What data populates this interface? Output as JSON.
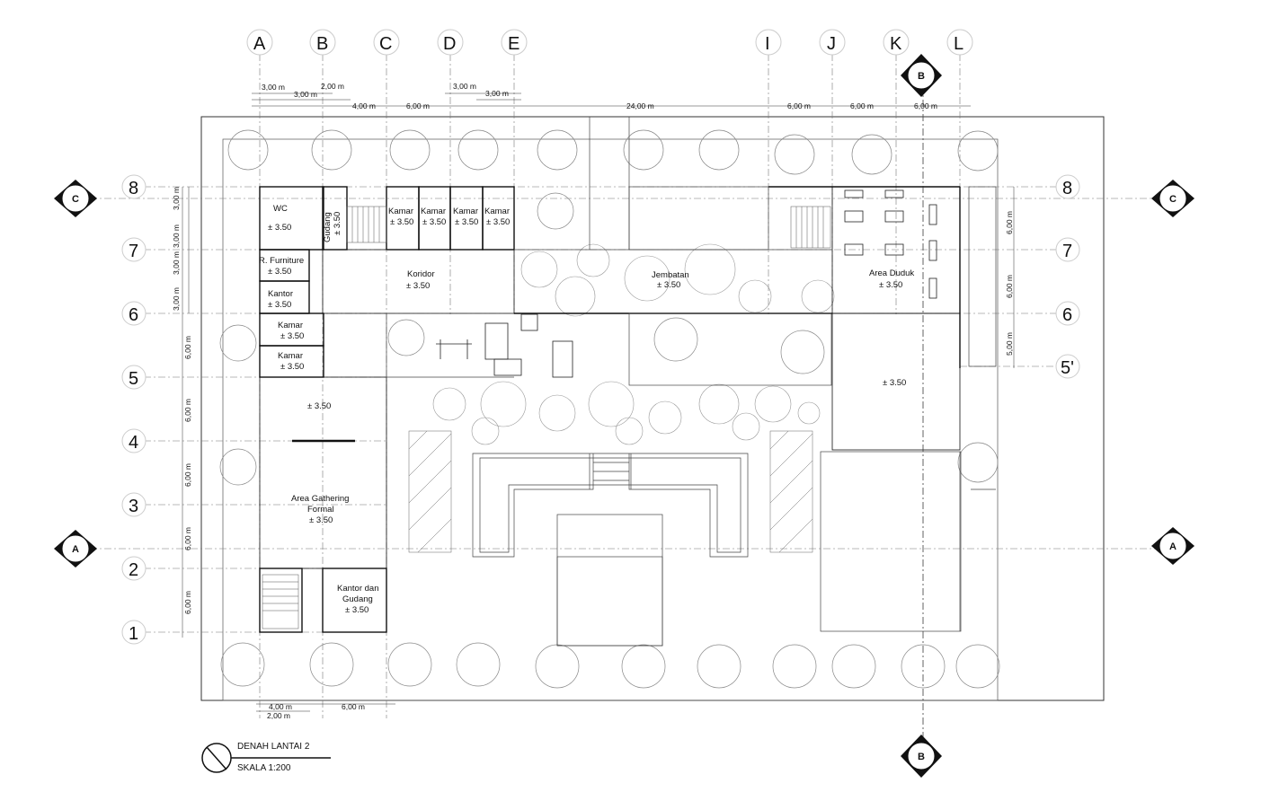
{
  "drawing": {
    "title": "DENAH LANTAI 2",
    "scale": "SKALA 1:200"
  },
  "grid_letters": [
    "A",
    "B",
    "C",
    "D",
    "E",
    "I",
    "J",
    "K",
    "L"
  ],
  "grid_numbers_left": [
    "8",
    "7",
    "6",
    "5",
    "4",
    "3",
    "2",
    "1"
  ],
  "grid_numbers_right": [
    "8",
    "7",
    "6",
    "5'"
  ],
  "section_markers": {
    "a": "A",
    "b": "B",
    "c": "C"
  },
  "dimensions": {
    "top": [
      "3,00 m",
      "3,00 m",
      "2,00 m",
      "4,00 m",
      "6,00 m",
      "3,00 m",
      "3,00 m",
      "24,00 m",
      "6,00 m",
      "6,00 m",
      "6,00 m"
    ],
    "left": [
      "3,00 m",
      "3,00 m",
      "3,00 m",
      "3,00 m",
      "6,00 m",
      "6,00 m",
      "6,00 m",
      "6,00 m",
      "6,00 m"
    ],
    "right": [
      "6,00 m",
      "6,00 m",
      "5,00 m"
    ],
    "bottom": [
      "4,00 m",
      "2,00 m",
      "6,00 m"
    ]
  },
  "rooms": {
    "wc": "WC",
    "wc_level": "± 3.50",
    "wc2_level": "± 3.50",
    "furniture": "R. Furniture",
    "furniture_level": "± 3.50",
    "kantor": "Kantor",
    "kantor_level": "± 3.50",
    "gudang": "Gudang",
    "gudang_level": "± 3.50",
    "kamar_label": "Kamar",
    "kamar_level": "± 3.50",
    "koridor": "Koridor",
    "koridor_level": "± 3.50",
    "jembatan": "Jembatan",
    "jembatan_level": "± 3.50",
    "area_duduk": "Area Duduk",
    "area_duduk_level": "± 3.50",
    "east_hall_level": "± 3.50",
    "hall_level": "± 3.50",
    "gathering_line1": "Area Gathering",
    "gathering_line2": "Formal",
    "gathering_level": "± 3.50",
    "kantor_gudang_line1": "Kantor dan",
    "kantor_gudang_line2": "Gudang",
    "kantor_gudang_level": "± 3.50"
  },
  "colors": {
    "line": "#111111",
    "grid_dash": "#555555",
    "tree": "#888888"
  }
}
